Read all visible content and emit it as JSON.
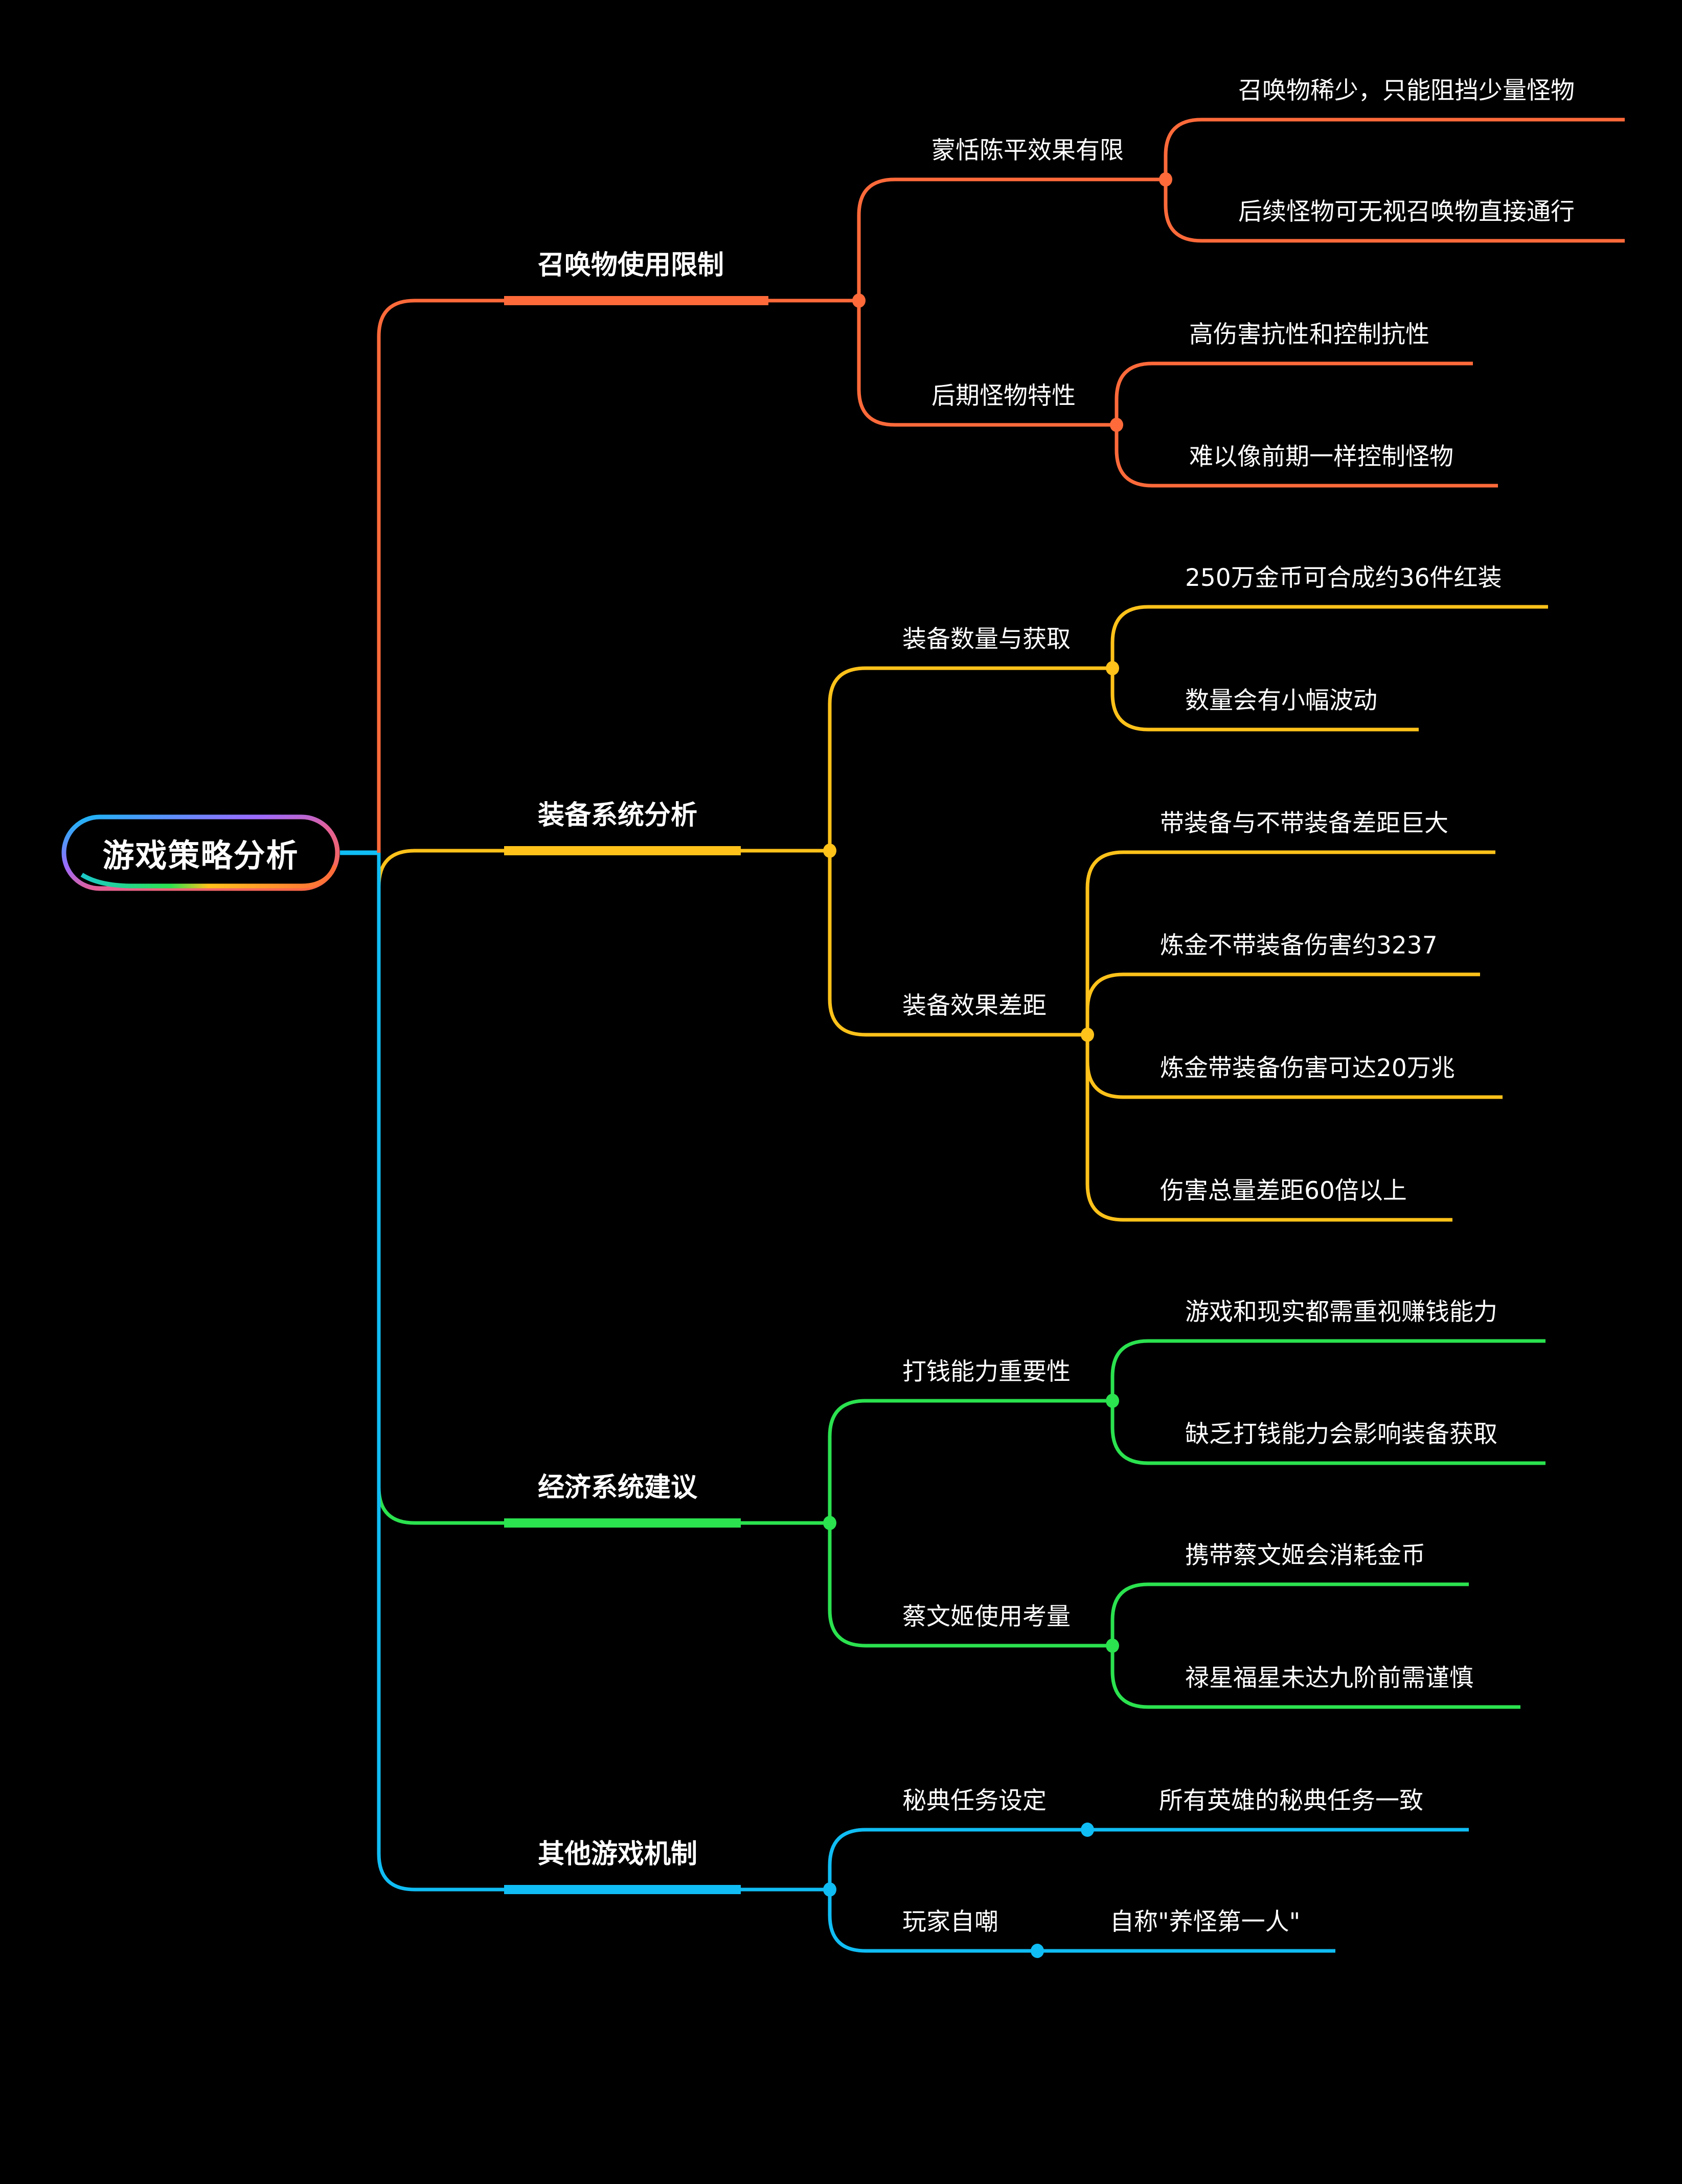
{
  "title": "游戏策略分析",
  "colors": {
    "background": "#000000",
    "orange": "#FF6A3A",
    "yellow": "#FFC21A",
    "green": "#2BE24F",
    "blue": "#10BDF4",
    "text": "#FFFFFF"
  },
  "branches": [
    {
      "label": "召唤物使用限制",
      "color": "orange",
      "children": [
        {
          "label": "蒙恬陈平效果有限",
          "children": [
            "召唤物稀少，只能阻挡少量怪物",
            "后续怪物可无视召唤物直接通行"
          ]
        },
        {
          "label": "后期怪物特性",
          "children": [
            "高伤害抗性和控制抗性",
            "难以像前期一样控制怪物"
          ]
        }
      ]
    },
    {
      "label": "装备系统分析",
      "color": "yellow",
      "children": [
        {
          "label": "装备数量与获取",
          "children": [
            "250万金币可合成约36件红装",
            "数量会有小幅波动"
          ]
        },
        {
          "label": "装备效果差距",
          "children": [
            "带装备与不带装备差距巨大",
            "炼金不带装备伤害约3237",
            "炼金带装备伤害可达20万兆",
            "伤害总量差距60倍以上"
          ]
        }
      ]
    },
    {
      "label": "经济系统建议",
      "color": "green",
      "children": [
        {
          "label": "打钱能力重要性",
          "children": [
            "游戏和现实都需重视赚钱能力",
            "缺乏打钱能力会影响装备获取"
          ]
        },
        {
          "label": "蔡文姬使用考量",
          "children": [
            "携带蔡文姬会消耗金币",
            "禄星福星未达九阶前需谨慎"
          ]
        }
      ]
    },
    {
      "label": "其他游戏机制",
      "color": "blue",
      "children": [
        {
          "label": "秘典任务设定",
          "children": [
            "所有英雄的秘典任务一致"
          ]
        },
        {
          "label": "玩家自嘲",
          "children": [
            "自称\"养怪第一人\""
          ]
        }
      ]
    }
  ]
}
